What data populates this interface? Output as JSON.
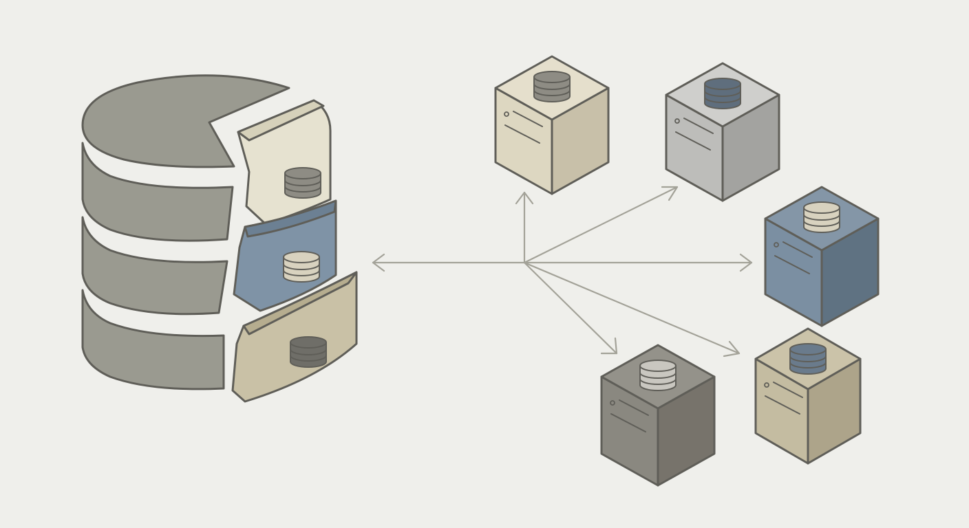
{
  "colors": {
    "background": "#efefeb",
    "outline": "#5f5e58",
    "arrow": "#a3a298",
    "db_main": "#9a9a90",
    "db_main_dark": "#8a8a80",
    "shard_cream": "#e6e2d0",
    "shard_cream_dark": "#d6d1ba",
    "shard_blue": "#7f93a6",
    "shard_blue_dark": "#6c8093",
    "shard_tan": "#c9c1a6",
    "shard_tan_dark": "#b6ad8f"
  },
  "icons": {
    "database": "database-icon",
    "shard": "shard-icon",
    "server": "server-node-icon",
    "arrow": "arrow-icon"
  },
  "nodes": [
    {
      "name": "node-cream",
      "top": "#e5dfcc",
      "left": "#ddd7c1",
      "right": "#c8c0a9",
      "db": "#8e8c84"
    },
    {
      "name": "node-light-gray",
      "top": "#cfcfcc",
      "left": "#bdbdba",
      "right": "#a3a3a0",
      "db": "#5f6e7d"
    },
    {
      "name": "node-blue",
      "top": "#8496a7",
      "left": "#7b8fa2",
      "right": "#5f7282",
      "db": "#d8d2bf"
    },
    {
      "name": "node-dark-gray",
      "top": "#94928a",
      "left": "#8a8880",
      "right": "#77736b",
      "db": "#c9c7c0"
    },
    {
      "name": "node-tan",
      "top": "#cbc3a9",
      "left": "#c4bca1",
      "right": "#ada48a",
      "db": "#6a7b8c"
    }
  ]
}
